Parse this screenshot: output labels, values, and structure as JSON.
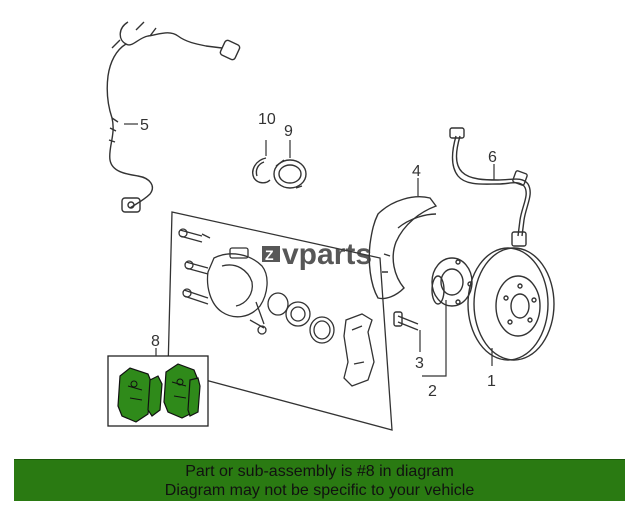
{
  "watermark": {
    "text": "vparts",
    "logo_prefix": "Z"
  },
  "callouts": {
    "c1": "1",
    "c2": "2",
    "c3": "3",
    "c4": "4",
    "c5": "5",
    "c6": "6",
    "c8": "8",
    "c9": "9",
    "c10": "10"
  },
  "banner": {
    "line1": "Part or sub-assembly is #8 in diagram",
    "line2": "Diagram may not be specific to your vehicle"
  },
  "colors": {
    "highlight": "#2f8a1a",
    "banner_bg": "#2a7a12",
    "line": "#333333"
  }
}
